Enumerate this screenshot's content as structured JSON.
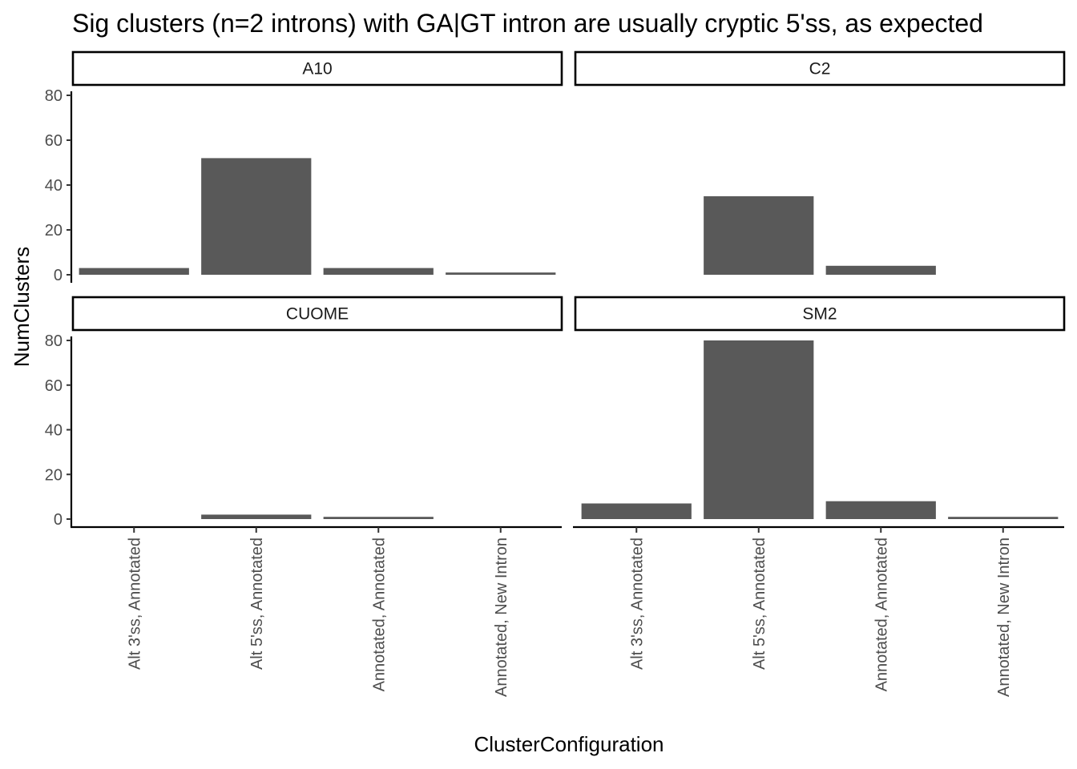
{
  "chart_data": {
    "type": "bar",
    "title": "Sig clusters (n=2 introns) with GA|GT intron are usually cryptic 5'ss, as expected",
    "xlabel": "ClusterConfiguration",
    "ylabel": "NumClusters",
    "ylim": [
      0,
      80
    ],
    "yticks": [
      "0",
      "20",
      "40",
      "60",
      "80"
    ],
    "categories": [
      "Alt 3'ss, Annotated",
      "Alt 5'ss, Annotated",
      "Annotated, Annotated",
      "Annotated, New Intron"
    ],
    "grid": false,
    "bar_color": "#595959",
    "facets": [
      {
        "name": "A10",
        "values": [
          3,
          52,
          3,
          1
        ]
      },
      {
        "name": "C2",
        "values": [
          0,
          35,
          4,
          0
        ]
      },
      {
        "name": "CUOME",
        "values": [
          0,
          2,
          1,
          0
        ]
      },
      {
        "name": "SM2",
        "values": [
          7,
          80,
          8,
          1
        ]
      }
    ]
  }
}
